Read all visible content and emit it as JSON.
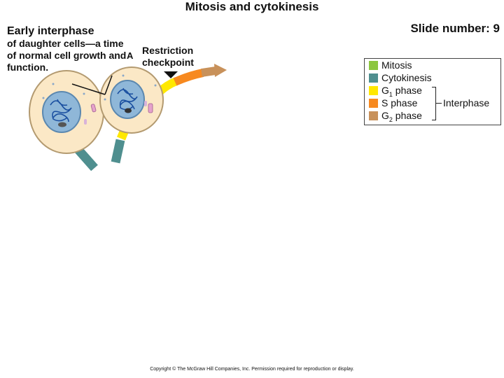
{
  "header": {
    "title": "Mitosis and cytokinesis",
    "slide_number": "Slide number: 9"
  },
  "stage": {
    "name": "Early interphase",
    "description": "of daughter cells—a time of normal cell growth and function.",
    "marker": "A",
    "checkpoint_label": "Restriction checkpoint"
  },
  "legend": {
    "items": [
      {
        "label": "Mitosis",
        "color": "#8cc63f"
      },
      {
        "label": "Cytokinesis",
        "color": "#4f8f8f"
      },
      {
        "label": "G",
        "sub": "1",
        "suffix": " phase",
        "color": "#ffe800"
      },
      {
        "label": "S phase",
        "color": "#f7891f"
      },
      {
        "label": "G",
        "sub": "2",
        "suffix": " phase",
        "color": "#c8915a"
      }
    ],
    "bracket_label": "Interphase"
  },
  "footer": {
    "copyright": "Copyright © The McGraw Hill Companies, Inc. Permission required for reproduction or display."
  },
  "colors": {
    "cell_fill": "#fbe8c6",
    "cell_border": "#b39a70",
    "nucleus_fill": "#8fb7d8",
    "chromatin": "#1a4fa0",
    "cytokinesis_arrow": "#4f8f8f",
    "g1_arrow": "#ffe800",
    "s_arrow": "#f7891f",
    "g2_arrow": "#c8915a"
  }
}
